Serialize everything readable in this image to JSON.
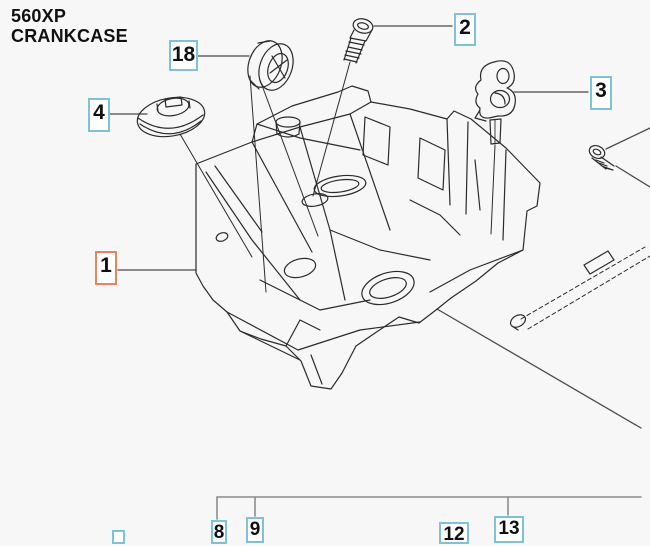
{
  "title": {
    "line1": "560XP",
    "line2": "CRANKCASE"
  },
  "callouts": {
    "c1": {
      "number": "1",
      "style": "orange"
    },
    "c2": {
      "number": "2",
      "style": "cyan"
    },
    "c3": {
      "number": "3",
      "style": "cyan"
    },
    "c4": {
      "number": "4",
      "style": "cyan"
    },
    "c18": {
      "number": "18",
      "style": "cyan"
    },
    "c8": {
      "number": "8",
      "style": "cyan"
    },
    "c9": {
      "number": "9",
      "style": "cyan"
    },
    "c12": {
      "number": "12",
      "style": "cyan"
    },
    "c13": {
      "number": "13",
      "style": "cyan"
    },
    "c_partial": {
      "number": "",
      "style": "cyan"
    }
  },
  "figures": {
    "part1": "crankcase-housing-drawing",
    "part2": "screw-drawing",
    "part3": "clamp-holder-drawing",
    "part4": "impulse-plug-drawing",
    "part18": "grommet-drawing",
    "right_small": "small-screw-drawing",
    "right_dashed": "dashed-rod-drawing"
  },
  "colors": {
    "callout_cyan": "#7bc4d6",
    "callout_orange": "#e8845c",
    "drawing_line": "#2b2b2b",
    "leader_line": "#4a4a4a",
    "bracket_line": "#8c8c8c",
    "background": "#f7f7f7"
  }
}
